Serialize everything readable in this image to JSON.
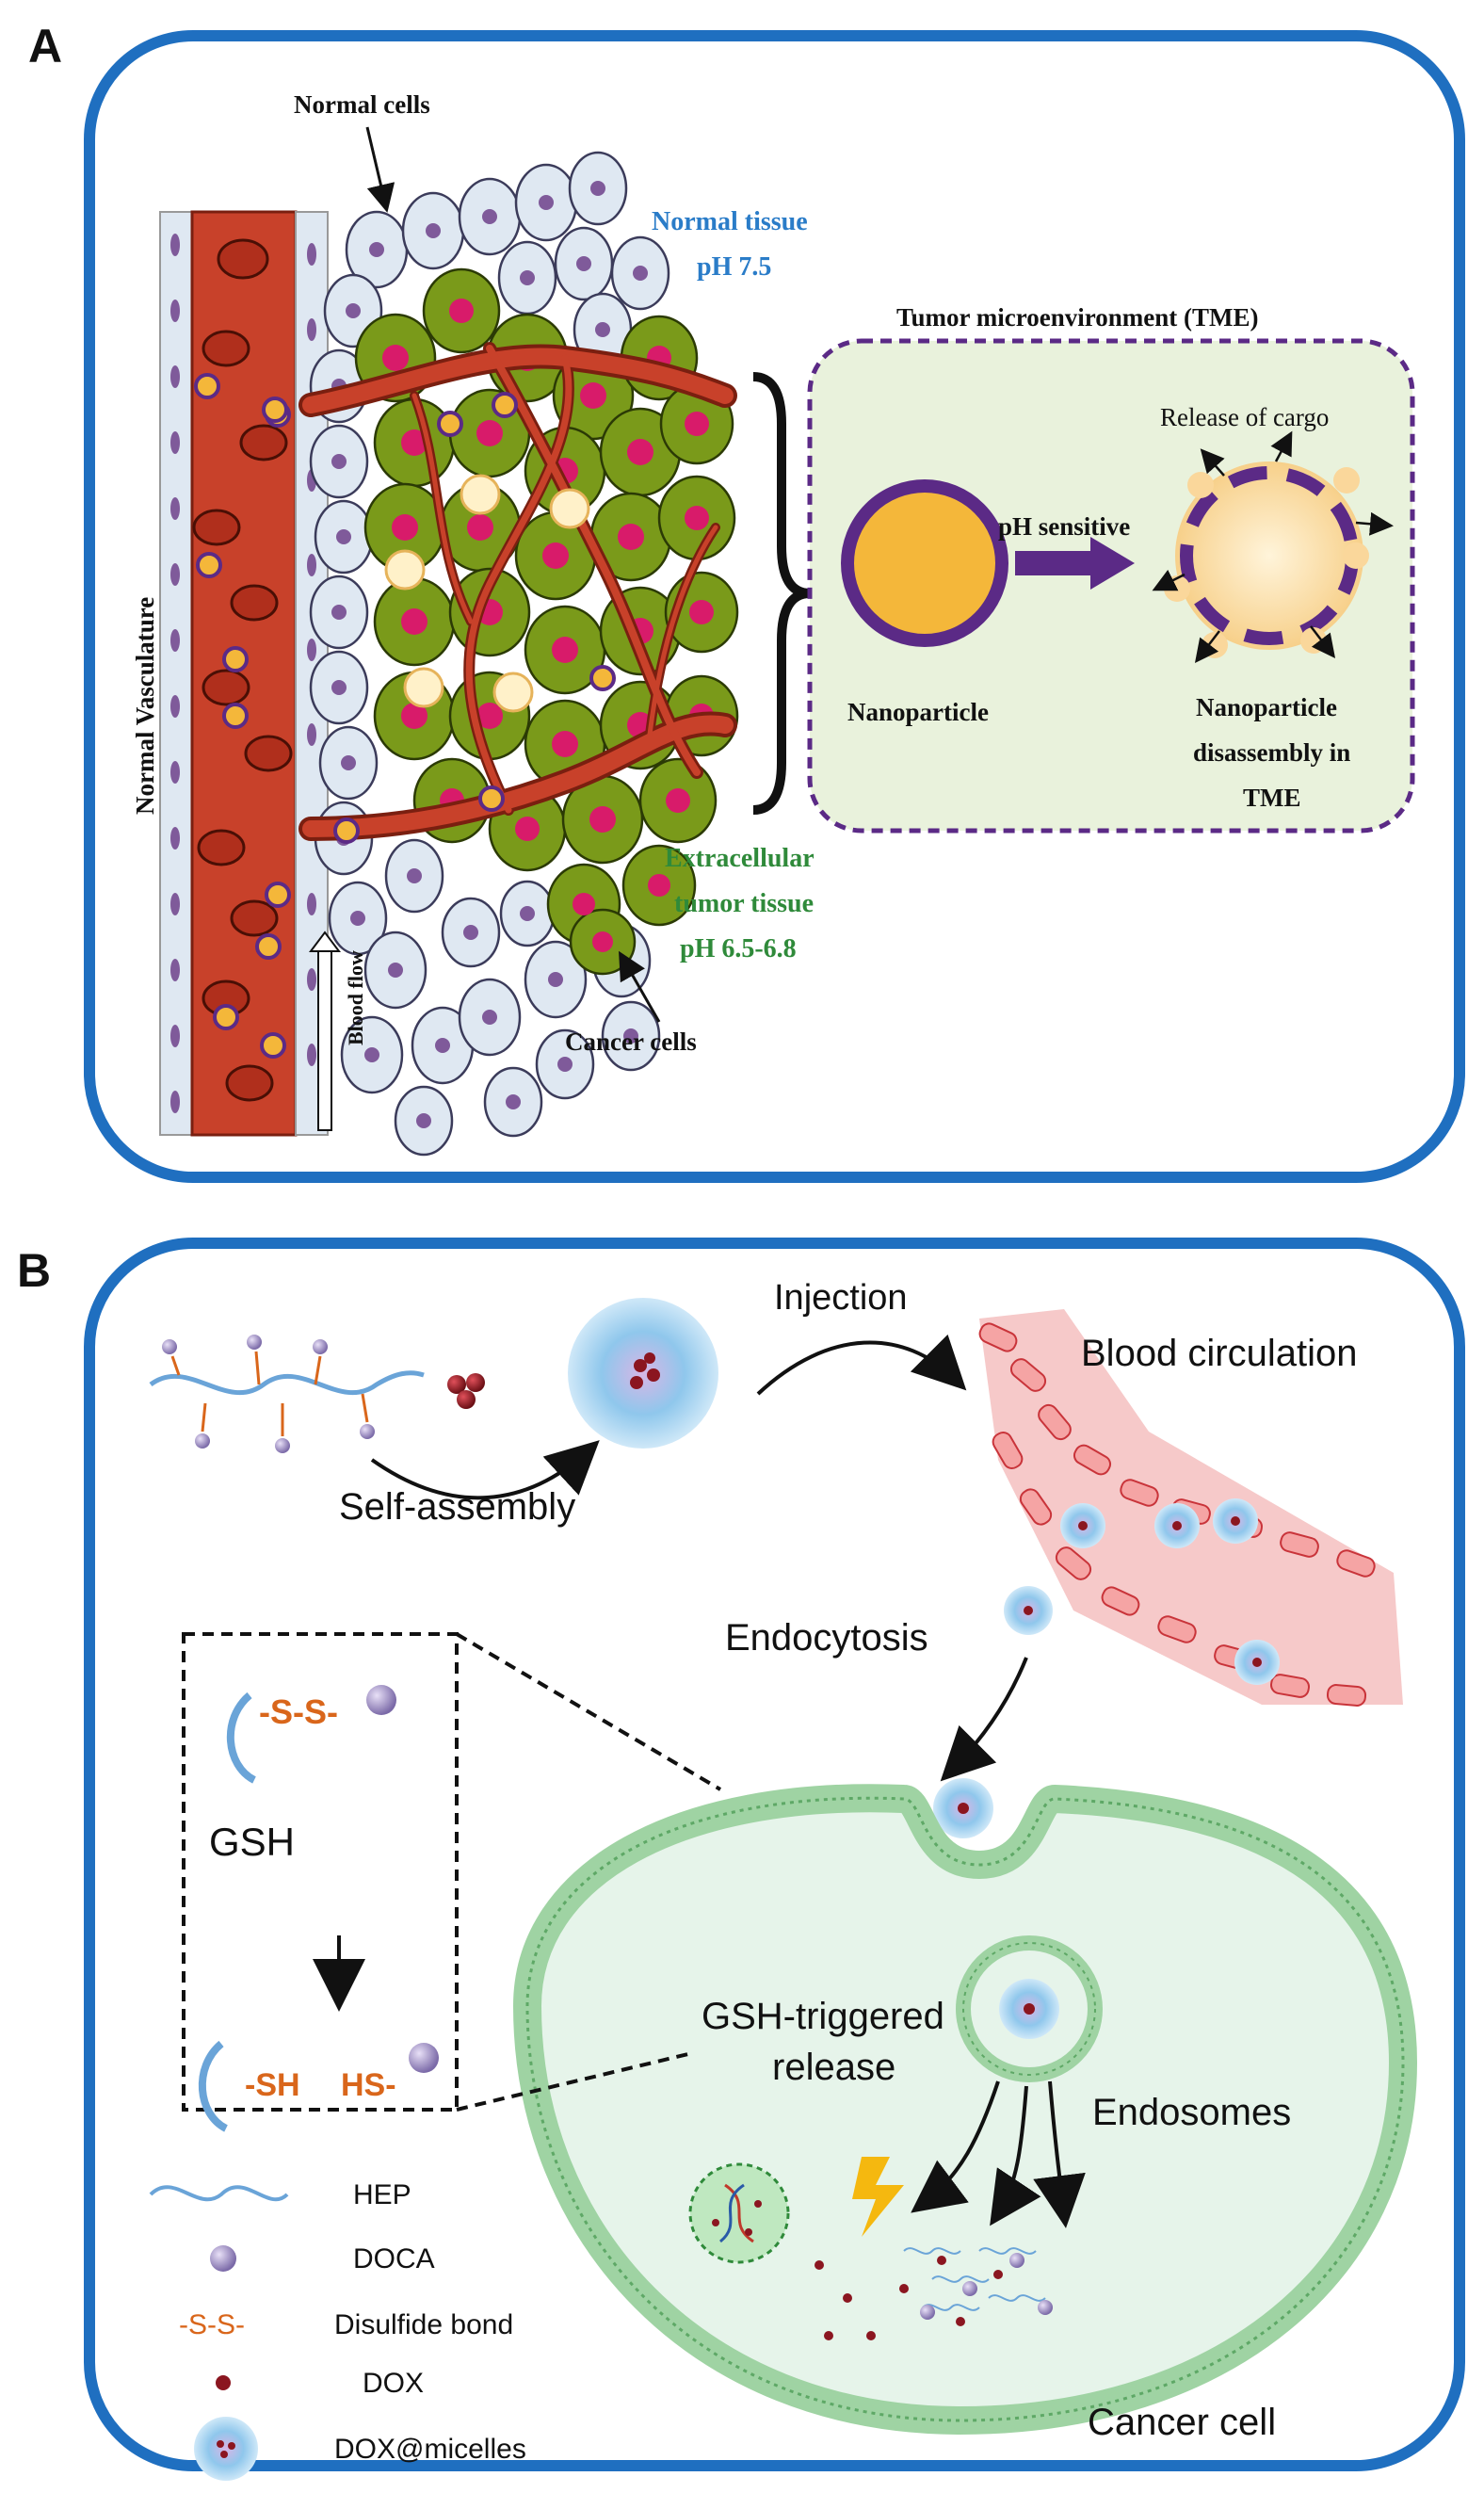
{
  "panel_a": {
    "letter": "A",
    "normal_cells": "Normal cells",
    "normal_tissue": "Normal tissue",
    "normal_ph": "pH 7.5",
    "vasculature": "Normal Vasculature",
    "blood_flow": "Blood flow",
    "tme_title": "Tumor microenvironment (TME)",
    "release_cargo": "Release of cargo",
    "ph_sensitive": "pH sensitive",
    "nanoparticle": "Nanoparticle",
    "disassembly_1": "Nanoparticle",
    "disassembly_2": "disassembly in",
    "disassembly_3": "TME",
    "extracellular_1": "Extracellular",
    "extracellular_2": "tumor tissue",
    "extracellular_3": "pH 6.5-6.8",
    "cancer_cells": "Cancer cells"
  },
  "panel_b": {
    "letter": "B",
    "injection": "Injection",
    "blood_circulation": "Blood circulation",
    "self_assembly": "Self-assembly",
    "endocytosis": "Endocytosis",
    "ss_label": "-S-S-",
    "gsh": "GSH",
    "sh_label": "-SH",
    "hs_label": "HS-",
    "gsh_release_1": "GSH-triggered",
    "gsh_release_2": "release",
    "endosomes": "Endosomes",
    "cancer_cell": "Cancer cell",
    "legend": [
      {
        "label": "HEP"
      },
      {
        "label": "DOCA"
      },
      {
        "label": "Disulfide bond",
        "symbol": "-S-S-"
      },
      {
        "label": "DOX"
      },
      {
        "label": "DOX@micelles"
      }
    ]
  },
  "colors": {
    "frame": "#1f6fc0",
    "vessel": "#c8412a",
    "normal_cell": "#dfe8f2",
    "cancer_cell": "#7a9a1a",
    "nucleus_cancer": "#d81b6a",
    "nanoparticle": "#f4b73a",
    "purple": "#5b2a86",
    "tme_bg": "#e9f2dc",
    "normal_text": "#2a7cc8",
    "tumor_text": "#2f8a3a",
    "blood_region": "#f6c9c9",
    "membrane": "#9fd3a3",
    "cell_bg": "#e6f4ea",
    "hep": "#6aa4d8",
    "doca": "#9a8ac4",
    "dox": "#8b1620",
    "orange": "#d9661b",
    "lightning": "#f5b80f"
  }
}
